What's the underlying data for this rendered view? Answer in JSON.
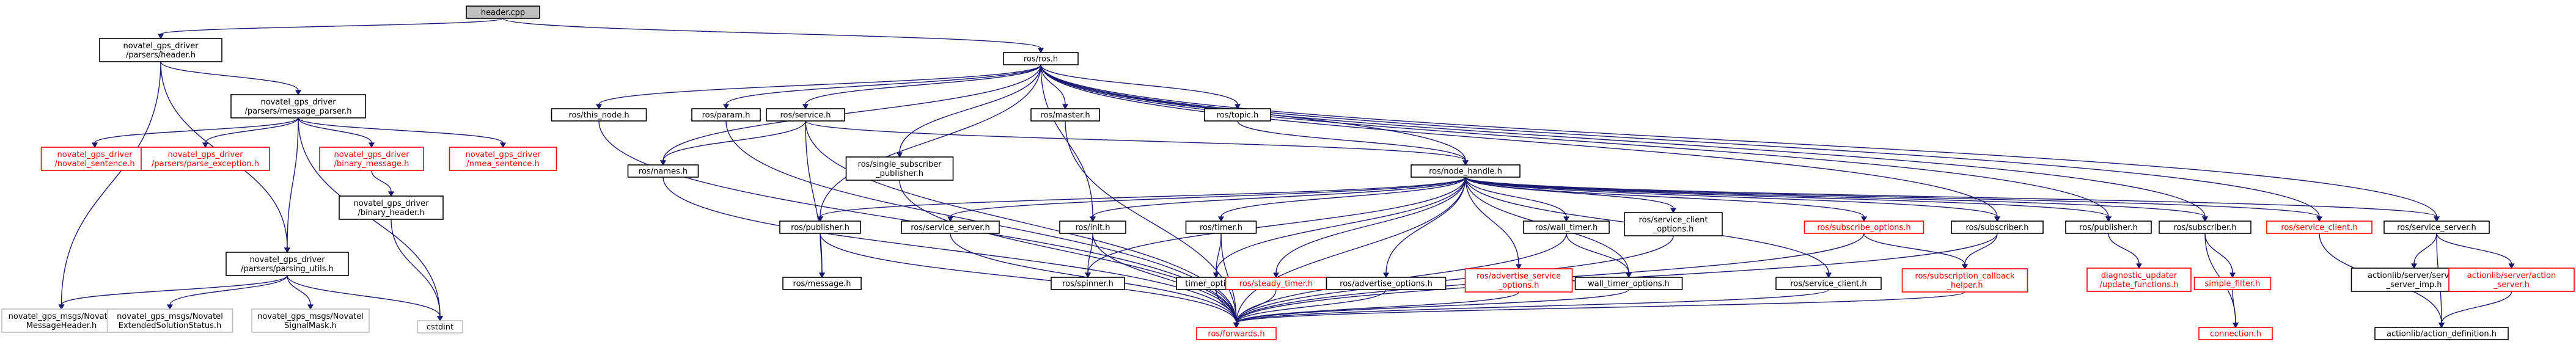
{
  "colors": {
    "edge": "#191970",
    "normal_border": "#000000",
    "missing_border": "#ff0000",
    "external_border": "#bfbfbf",
    "root_fill": "#bfbfbf",
    "normal_text": "#000000",
    "missing_text": "#ff0000"
  },
  "nodes": [
    {
      "id": "header_cpp",
      "kind": "root",
      "lines": [
        "header.cpp"
      ]
    },
    {
      "id": "ng_header",
      "kind": "normal",
      "lines": [
        "novatel_gps_driver",
        "/parsers/header.h"
      ]
    },
    {
      "id": "ros_ros",
      "kind": "normal",
      "lines": [
        "ros/ros.h"
      ]
    },
    {
      "id": "ng_message_parser",
      "kind": "normal",
      "lines": [
        "novatel_gps_driver",
        "/parsers/message_parser.h"
      ]
    },
    {
      "id": "novatel_sentence",
      "kind": "missing",
      "lines": [
        "novatel_gps_driver",
        "/novatel_sentence.h"
      ]
    },
    {
      "id": "parse_exception",
      "kind": "missing",
      "lines": [
        "novatel_gps_driver",
        "/parsers/parse_exception.h"
      ]
    },
    {
      "id": "binary_message",
      "kind": "missing",
      "lines": [
        "novatel_gps_driver",
        "/binary_message.h"
      ]
    },
    {
      "id": "nmea_sentence",
      "kind": "missing",
      "lines": [
        "novatel_gps_driver",
        "/nmea_sentence.h"
      ]
    },
    {
      "id": "binary_header",
      "kind": "normal",
      "lines": [
        "novatel_gps_driver",
        "/binary_header.h"
      ]
    },
    {
      "id": "parsing_utils",
      "kind": "normal",
      "lines": [
        "novatel_gps_driver",
        "/parsers/parsing_utils.h"
      ]
    },
    {
      "id": "msg_header",
      "kind": "external",
      "lines": [
        "novatel_gps_msgs/Novatel",
        "MessageHeader.h"
      ]
    },
    {
      "id": "msg_extended",
      "kind": "external",
      "lines": [
        "novatel_gps_msgs/Novatel",
        "ExtendedSolutionStatus.h"
      ]
    },
    {
      "id": "msg_signal",
      "kind": "external",
      "lines": [
        "novatel_gps_msgs/Novatel",
        "SignalMask.h"
      ]
    },
    {
      "id": "cstdint",
      "kind": "external",
      "lines": [
        "cstdint"
      ]
    },
    {
      "id": "this_node",
      "kind": "normal",
      "lines": [
        "ros/this_node.h"
      ]
    },
    {
      "id": "param",
      "kind": "normal",
      "lines": [
        "ros/param.h"
      ]
    },
    {
      "id": "service",
      "kind": "normal",
      "lines": [
        "ros/service.h"
      ]
    },
    {
      "id": "master",
      "kind": "normal",
      "lines": [
        "ros/master.h"
      ]
    },
    {
      "id": "topic",
      "kind": "normal",
      "lines": [
        "ros/topic.h"
      ]
    },
    {
      "id": "names",
      "kind": "normal",
      "lines": [
        "ros/names.h"
      ]
    },
    {
      "id": "single_sub_pub",
      "kind": "normal",
      "lines": [
        "ros/single_subscriber",
        "_publisher.h"
      ]
    },
    {
      "id": "node_handle",
      "kind": "normal",
      "lines": [
        "ros/node_handle.h"
      ]
    },
    {
      "id": "publisher_ros",
      "kind": "normal",
      "lines": [
        "ros/publisher.h"
      ]
    },
    {
      "id": "service_server_ros",
      "kind": "normal",
      "lines": [
        "ros/service_server.h"
      ]
    },
    {
      "id": "init",
      "kind": "normal",
      "lines": [
        "ros/init.h"
      ]
    },
    {
      "id": "timer",
      "kind": "normal",
      "lines": [
        "ros/timer.h"
      ]
    },
    {
      "id": "wall_timer",
      "kind": "normal",
      "lines": [
        "ros/wall_timer.h"
      ]
    },
    {
      "id": "service_client_options",
      "kind": "normal",
      "lines": [
        "ros/service_client",
        "_options.h"
      ]
    },
    {
      "id": "subscribe_options",
      "kind": "missing",
      "lines": [
        "ros/subscribe_options.h"
      ]
    },
    {
      "id": "subscriber_ros",
      "kind": "normal",
      "lines": [
        "ros/subscriber.h"
      ]
    },
    {
      "id": "publisher_b",
      "kind": "normal",
      "lines": [
        "ros/publisher.h"
      ]
    },
    {
      "id": "subscriber_b",
      "kind": "normal",
      "lines": [
        "ros/subscriber.h"
      ]
    },
    {
      "id": "service_client_red",
      "kind": "missing",
      "lines": [
        "ros/service_client.h"
      ]
    },
    {
      "id": "service_server_b",
      "kind": "normal",
      "lines": [
        "ros/service_server.h"
      ]
    },
    {
      "id": "message",
      "kind": "normal",
      "lines": [
        "ros/message.h"
      ]
    },
    {
      "id": "spinner",
      "kind": "normal",
      "lines": [
        "ros/spinner.h"
      ]
    },
    {
      "id": "timer_options",
      "kind": "normal",
      "lines": [
        "timer_options.h"
      ]
    },
    {
      "id": "steady_timer",
      "kind": "missing",
      "lines": [
        "ros/steady_timer.h"
      ]
    },
    {
      "id": "advertise_options",
      "kind": "normal",
      "lines": [
        "ros/advertise_options.h"
      ]
    },
    {
      "id": "advertise_service_options",
      "kind": "missing",
      "lines": [
        "ros/advertise_service",
        "_options.h"
      ]
    },
    {
      "id": "wall_timer_options",
      "kind": "normal",
      "lines": [
        "wall_timer_options.h"
      ]
    },
    {
      "id": "service_client_h",
      "kind": "normal",
      "lines": [
        "ros/service_client.h"
      ]
    },
    {
      "id": "subscription_callback_helper",
      "kind": "missing",
      "lines": [
        "ros/subscription_callback",
        "_helper.h"
      ]
    },
    {
      "id": "diagnostic_updater",
      "kind": "missing",
      "lines": [
        "diagnostic_updater",
        "/update_functions.h"
      ]
    },
    {
      "id": "simple_filter",
      "kind": "missing",
      "lines": [
        "simple_filter.h"
      ]
    },
    {
      "id": "connection",
      "kind": "missing",
      "lines": [
        "connection.h"
      ]
    },
    {
      "id": "service_server_imp",
      "kind": "normal",
      "lines": [
        "actionlib/server/service",
        "_server_imp.h"
      ]
    },
    {
      "id": "action_server",
      "kind": "missing",
      "lines": [
        "actionlib/server/action",
        "_server.h"
      ]
    },
    {
      "id": "action_definition",
      "kind": "normal",
      "lines": [
        "actionlib/action_definition.h"
      ]
    },
    {
      "id": "forwards",
      "kind": "missing",
      "lines": [
        "ros/forwards.h"
      ]
    }
  ],
  "edges": [
    [
      "header_cpp",
      "ng_header"
    ],
    [
      "header_cpp",
      "ros_ros"
    ],
    [
      "ng_header",
      "ng_message_parser"
    ],
    [
      "ng_header",
      "parsing_utils"
    ],
    [
      "ng_header",
      "msg_header"
    ],
    [
      "ng_message_parser",
      "novatel_sentence"
    ],
    [
      "ng_message_parser",
      "parse_exception"
    ],
    [
      "ng_message_parser",
      "binary_message"
    ],
    [
      "ng_message_parser",
      "nmea_sentence"
    ],
    [
      "ng_message_parser",
      "parsing_utils"
    ],
    [
      "ng_message_parser",
      "cstdint"
    ],
    [
      "binary_message",
      "binary_header"
    ],
    [
      "binary_header",
      "cstdint"
    ],
    [
      "parsing_utils",
      "msg_header"
    ],
    [
      "parsing_utils",
      "msg_extended"
    ],
    [
      "parsing_utils",
      "msg_signal"
    ],
    [
      "parsing_utils",
      "cstdint"
    ],
    [
      "ros_ros",
      "this_node"
    ],
    [
      "ros_ros",
      "param"
    ],
    [
      "ros_ros",
      "service"
    ],
    [
      "ros_ros",
      "master"
    ],
    [
      "ros_ros",
      "topic"
    ],
    [
      "ros_ros",
      "names"
    ],
    [
      "ros_ros",
      "single_sub_pub"
    ],
    [
      "ros_ros",
      "node_handle"
    ],
    [
      "ros_ros",
      "publisher_ros"
    ],
    [
      "ros_ros",
      "init"
    ],
    [
      "ros_ros",
      "service_server_b"
    ],
    [
      "ros_ros",
      "subscriber_b"
    ],
    [
      "ros_ros",
      "publisher_b"
    ],
    [
      "ros_ros",
      "subscriber_ros"
    ],
    [
      "ros_ros",
      "service_client_red"
    ],
    [
      "this_node",
      "forwards"
    ],
    [
      "param",
      "forwards"
    ],
    [
      "master",
      "forwards"
    ],
    [
      "service",
      "names"
    ],
    [
      "service",
      "node_handle"
    ],
    [
      "service",
      "message"
    ],
    [
      "service",
      "forwards"
    ],
    [
      "topic",
      "node_handle"
    ],
    [
      "names",
      "forwards"
    ],
    [
      "single_sub_pub",
      "forwards"
    ],
    [
      "node_handle",
      "publisher_ros"
    ],
    [
      "node_handle",
      "service_server_ros"
    ],
    [
      "node_handle",
      "init"
    ],
    [
      "node_handle",
      "timer"
    ],
    [
      "node_handle",
      "wall_timer"
    ],
    [
      "node_handle",
      "service_client_options"
    ],
    [
      "node_handle",
      "subscribe_options"
    ],
    [
      "node_handle",
      "subscriber_ros"
    ],
    [
      "node_handle",
      "publisher_b"
    ],
    [
      "node_handle",
      "subscriber_b"
    ],
    [
      "node_handle",
      "service_client_red"
    ],
    [
      "node_handle",
      "service_server_b"
    ],
    [
      "node_handle",
      "spinner"
    ],
    [
      "node_handle",
      "timer_options"
    ],
    [
      "node_handle",
      "steady_timer"
    ],
    [
      "node_handle",
      "advertise_options"
    ],
    [
      "node_handle",
      "advertise_service_options"
    ],
    [
      "node_handle",
      "wall_timer_options"
    ],
    [
      "node_handle",
      "service_client_h"
    ],
    [
      "node_handle",
      "forwards"
    ],
    [
      "publisher_ros",
      "message"
    ],
    [
      "publisher_ros",
      "forwards"
    ],
    [
      "service_server_ros",
      "forwards"
    ],
    [
      "init",
      "spinner"
    ],
    [
      "init",
      "forwards"
    ],
    [
      "timer",
      "timer_options"
    ],
    [
      "timer",
      "forwards"
    ],
    [
      "wall_timer",
      "wall_timer_options"
    ],
    [
      "wall_timer",
      "forwards"
    ],
    [
      "service_client_options",
      "forwards"
    ],
    [
      "subscribe_options",
      "subscription_callback_helper"
    ],
    [
      "subscribe_options",
      "forwards"
    ],
    [
      "subscriber_ros",
      "subscription_callback_helper"
    ],
    [
      "subscriber_ros",
      "forwards"
    ],
    [
      "publisher_b",
      "diagnostic_updater"
    ],
    [
      "subscriber_b",
      "simple_filter"
    ],
    [
      "subscriber_b",
      "connection"
    ],
    [
      "simple_filter",
      "connection"
    ],
    [
      "service_client_red",
      "action_definition"
    ],
    [
      "service_server_b",
      "service_server_imp"
    ],
    [
      "service_server_b",
      "action_server"
    ],
    [
      "service_server_b",
      "action_definition"
    ],
    [
      "action_server",
      "action_definition"
    ],
    [
      "timer_options",
      "forwards"
    ],
    [
      "steady_timer",
      "forwards"
    ],
    [
      "advertise_options",
      "forwards"
    ],
    [
      "advertise_service_options",
      "forwards"
    ],
    [
      "wall_timer_options",
      "forwards"
    ],
    [
      "service_client_h",
      "forwards"
    ],
    [
      "subscription_callback_helper",
      "forwards"
    ]
  ]
}
